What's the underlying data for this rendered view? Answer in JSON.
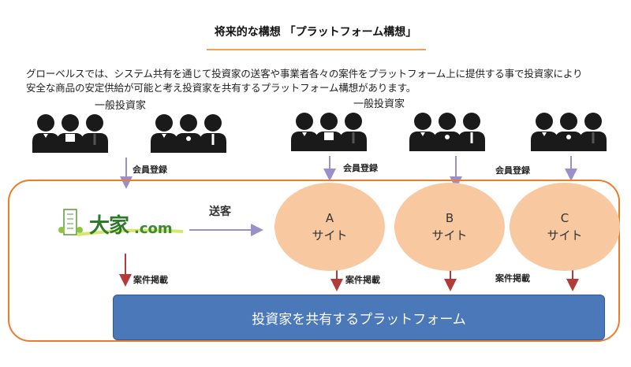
{
  "title": "将来的な構想 「プラットフォーム構想」",
  "description": {
    "line1": "グローベルスでは、システム共有を通じて投資家の送客や事業者各々の案件をプラットフォーム上に提供する事で投資家により",
    "line2": "安全な商品の安定供給が可能と考え投資家を共有するプラットフォーム構想があります。"
  },
  "groups": {
    "left_label": "一般投資家",
    "right_label": "一般投資家"
  },
  "labels": {
    "member_registration": "会員登録",
    "case_posting": "案件掲載",
    "send_customers": "送客"
  },
  "logo": {
    "main": "大家",
    "suffix": ".com"
  },
  "sites": [
    {
      "letter": "A",
      "label": "サイト"
    },
    {
      "letter": "B",
      "label": "サイト"
    },
    {
      "letter": "C",
      "label": "サイト"
    }
  ],
  "platform_label": "投資家を共有するプラットフォーム",
  "colors": {
    "frame": "#ee7b2a",
    "site_fill": "#f8c9a0",
    "platform_fill": "#4a78b8",
    "arrow_purple": "#9b8fc9",
    "arrow_red": "#b23a3a",
    "people": "#1a1a1a"
  }
}
